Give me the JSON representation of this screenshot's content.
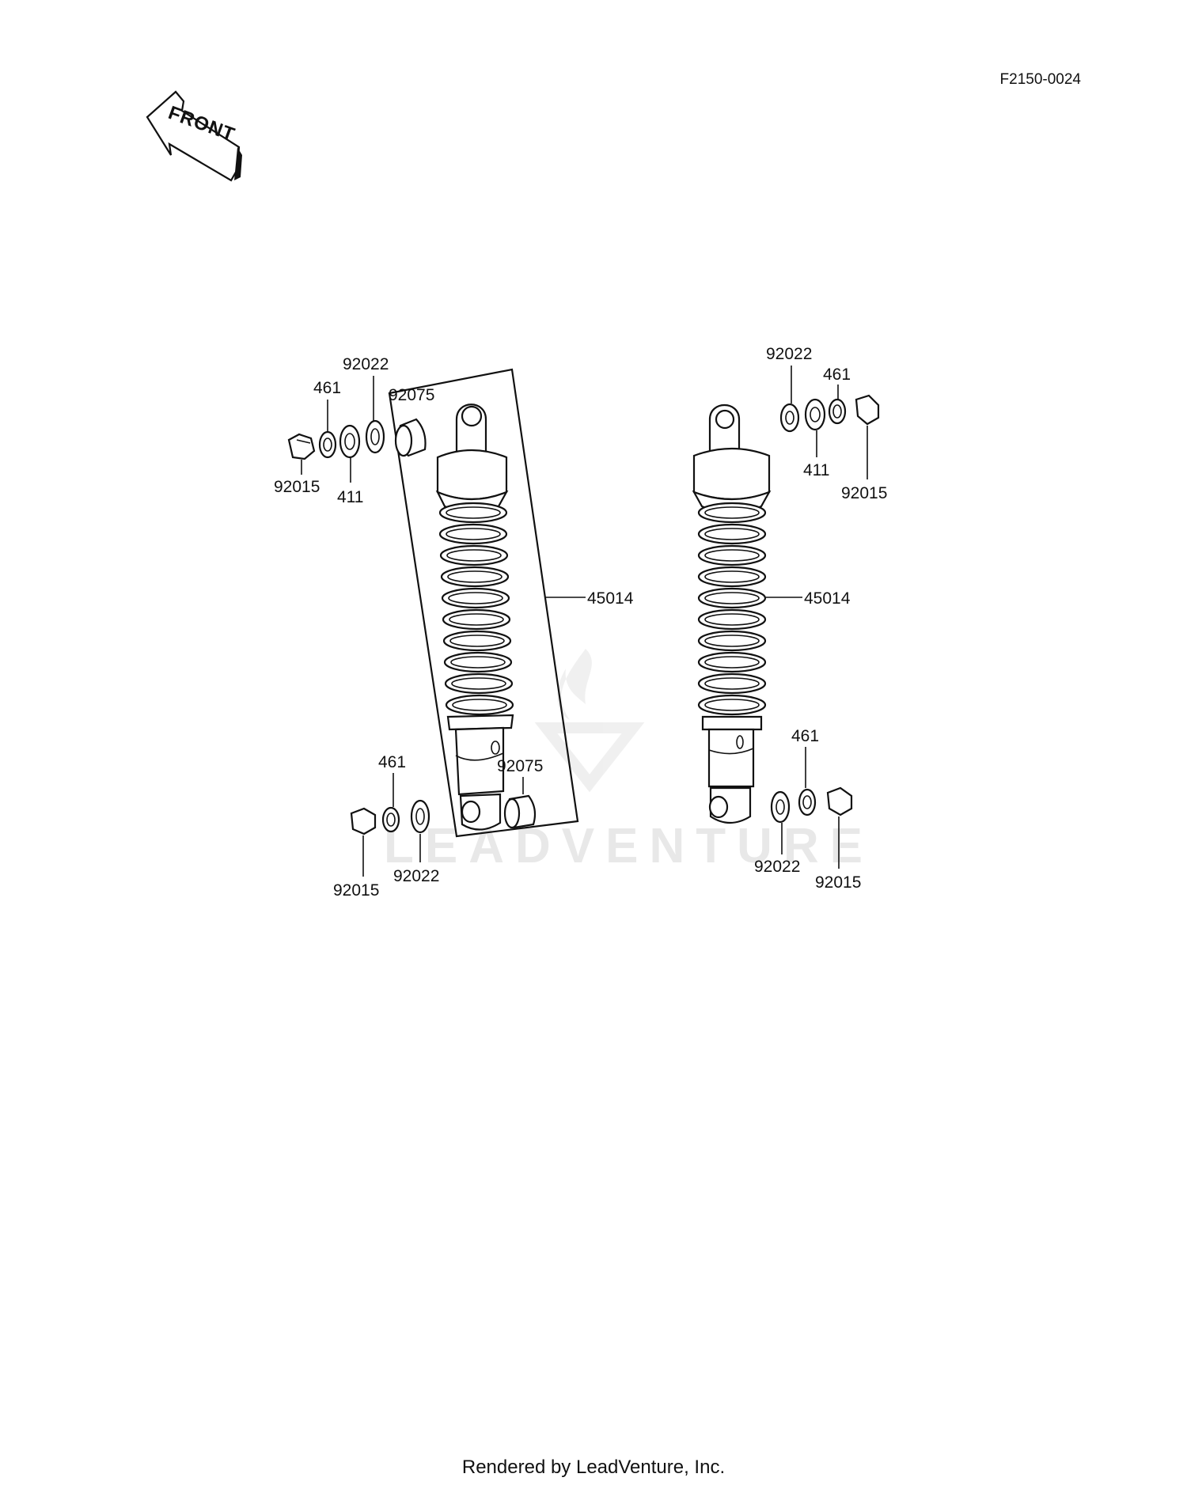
{
  "header": {
    "reference_code": "F2150-0024"
  },
  "front_arrow": {
    "label": "FRONT",
    "icon": "front-direction-arrow-icon"
  },
  "watermark": {
    "text": "LEADVENTURE",
    "icon": "leadventure-flame-logo-icon",
    "color": "#e8e8e8"
  },
  "left_shock": {
    "top_callouts": {
      "nut": "92015",
      "washer_461": "461",
      "washer_411": "411",
      "washer_92022": "92022",
      "collar": "92075"
    },
    "assembly": "45014",
    "bottom_callouts": {
      "collar": "92075",
      "washer_461": "461",
      "nut": "92015",
      "washer_92022": "92022"
    }
  },
  "right_shock": {
    "top_callouts": {
      "washer_92022": "92022",
      "washer_461": "461",
      "washer_411": "411",
      "nut": "92015"
    },
    "assembly": "45014",
    "bottom_callouts": {
      "washer_461": "461",
      "washer_92022": "92022",
      "nut": "92015"
    }
  },
  "footer": {
    "text": "Rendered by LeadVenture, Inc."
  }
}
